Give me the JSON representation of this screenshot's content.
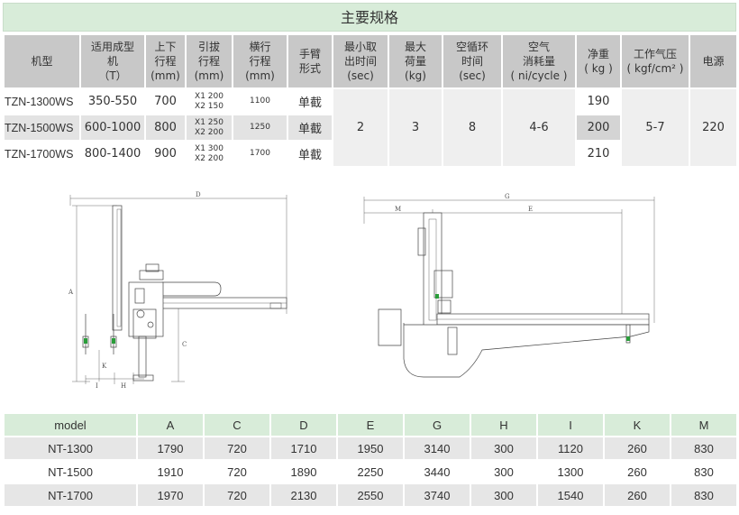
{
  "spec": {
    "title": "主要规格",
    "headers": [
      {
        "l1": "机型",
        "l2": "",
        "l3": ""
      },
      {
        "l1": "适用成型",
        "l2": "机",
        "l3": "（T）"
      },
      {
        "l1": "上下",
        "l2": "行程",
        "l3": "(mm)"
      },
      {
        "l1": "引拔",
        "l2": "行程",
        "l3": "(mm)"
      },
      {
        "l1": "横行",
        "l2": "行程",
        "l3": "(mm)"
      },
      {
        "l1": "手臂",
        "l2": "形式",
        "l3": ""
      },
      {
        "l1": "最小取",
        "l2": "出时间",
        "l3": "(sec)"
      },
      {
        "l1": "最大",
        "l2": "荷量",
        "l3": "(kg)"
      },
      {
        "l1": "空循环",
        "l2": "时间",
        "l3": "(sec)"
      },
      {
        "l1": "空气",
        "l2": "消耗量",
        "l3": "( ni/cycle )"
      },
      {
        "l1": "净重",
        "l2": "( kg )",
        "l3": ""
      },
      {
        "l1": "工作气压",
        "l2": "( kgf/cm² )",
        "l3": ""
      },
      {
        "l1": "电源",
        "l2": "",
        "l3": ""
      }
    ],
    "rows": [
      {
        "model": "TZN-1300WS",
        "tonnage": "350-550",
        "vertical": "700",
        "draw1": "X1 200",
        "draw2": "X2 150",
        "traverse": "1100",
        "arm": "单截",
        "weight": "190"
      },
      {
        "model": "TZN-1500WS",
        "tonnage": "600-1000",
        "vertical": "800",
        "draw1": "X1 250",
        "draw2": "X2 200",
        "traverse": "1250",
        "arm": "单截",
        "weight": "200"
      },
      {
        "model": "TZN-1700WS",
        "tonnage": "800-1400",
        "vertical": "900",
        "draw1": "X1 300",
        "draw2": "X2 200",
        "traverse": "1700",
        "arm": "单截",
        "weight": "210"
      }
    ],
    "shared": {
      "min_takeout": "2",
      "max_load": "3",
      "dry_cycle": "8",
      "air": "4-6",
      "pressure": "5-7",
      "power": "220"
    }
  },
  "drawing": {
    "side_labels": {
      "D": "D",
      "A": "A",
      "C": "C",
      "K": "K",
      "I": "I",
      "H": "H"
    },
    "front_labels": {
      "G": "G",
      "M": "M",
      "E": "E"
    }
  },
  "dimensions": {
    "headers": [
      "model",
      "A",
      "C",
      "D",
      "E",
      "G",
      "H",
      "I",
      "K",
      "M"
    ],
    "rows": [
      [
        "NT-1300",
        "1790",
        "720",
        "1710",
        "1950",
        "3140",
        "300",
        "1120",
        "260",
        "830"
      ],
      [
        "NT-1500",
        "1910",
        "720",
        "1890",
        "2250",
        "3440",
        "300",
        "1300",
        "260",
        "830"
      ],
      [
        "NT-1700",
        "1970",
        "720",
        "2130",
        "2550",
        "3740",
        "300",
        "1540",
        "260",
        "830"
      ]
    ]
  },
  "colors": {
    "title_bg": "#d8ecd9",
    "header_bg": "#c8c8c8",
    "row_alt": "#e3e3e3"
  }
}
